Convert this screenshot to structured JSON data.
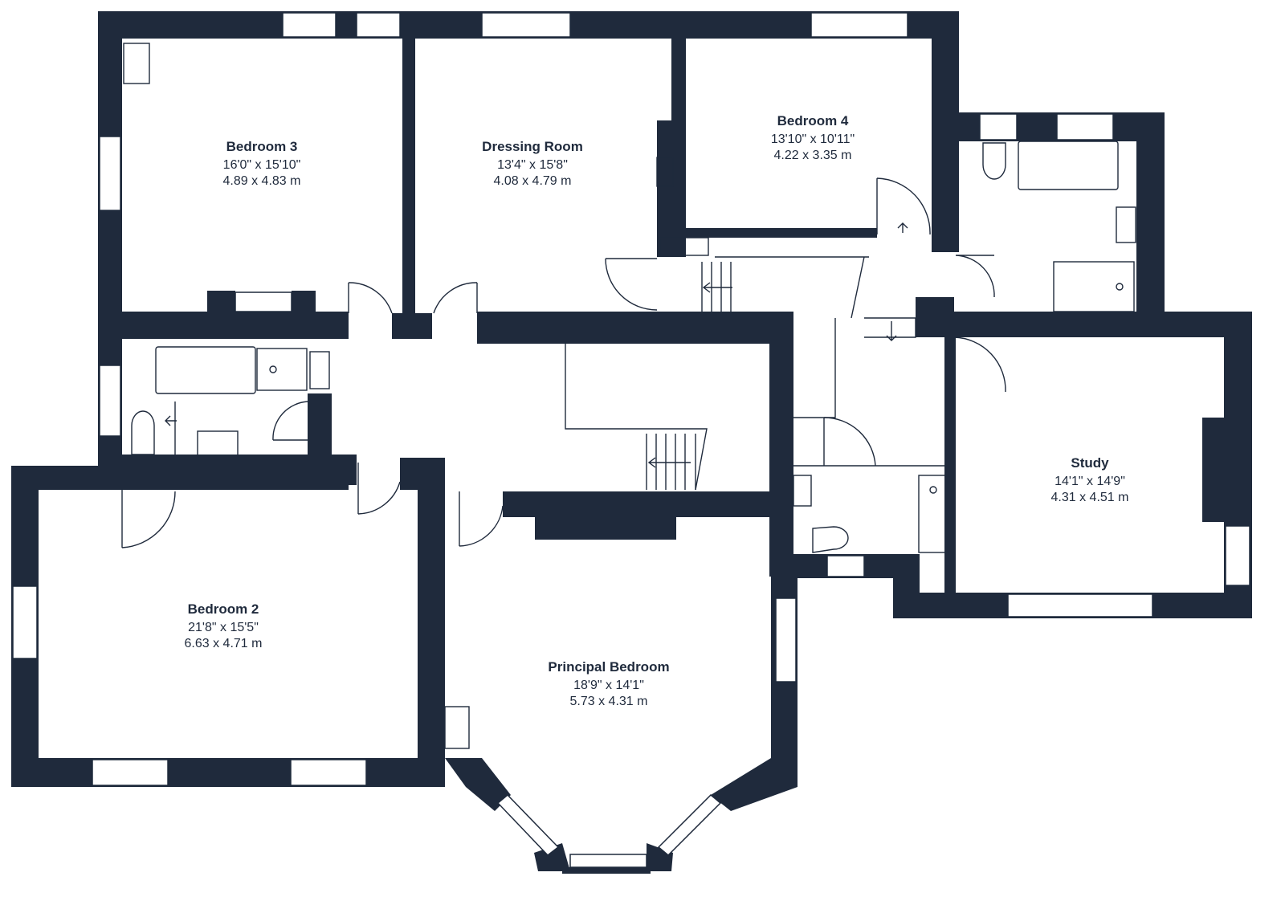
{
  "colors": {
    "wall": "#1f2a3c",
    "floor": "#ffffff",
    "fixture_line": "#1f2a3c"
  },
  "rooms": [
    {
      "id": "bedroom-3",
      "name": "Bedroom 3",
      "imperial": "16'0\" x 15'10\"",
      "metric": "4.89 x 4.83 m"
    },
    {
      "id": "dressing-room",
      "name": "Dressing Room",
      "imperial": "13'4\" x 15'8\"",
      "metric": "4.08 x 4.79 m"
    },
    {
      "id": "bedroom-4",
      "name": "Bedroom 4",
      "imperial": "13'10\" x 10'11\"",
      "metric": "4.22 x 3.35 m"
    },
    {
      "id": "study",
      "name": "Study",
      "imperial": "14'1\" x 14'9\"",
      "metric": "4.31 x 4.51 m"
    },
    {
      "id": "bedroom-2",
      "name": "Bedroom 2",
      "imperial": "21'8\" x 15'5\"",
      "metric": "6.63 x 4.71 m"
    },
    {
      "id": "principal-bedroom",
      "name": "Principal Bedroom",
      "imperial": "18'9\" x 14'1\"",
      "metric": "5.73 x 4.31 m"
    }
  ],
  "icons": {
    "door": "door-swing-icon",
    "window": "window-icon",
    "bath": "bath-icon",
    "toilet": "toilet-icon",
    "sink": "sink-icon",
    "shower": "shower-icon",
    "stairs": "stairs-icon",
    "arrow": "stair-direction-arrow-icon"
  }
}
